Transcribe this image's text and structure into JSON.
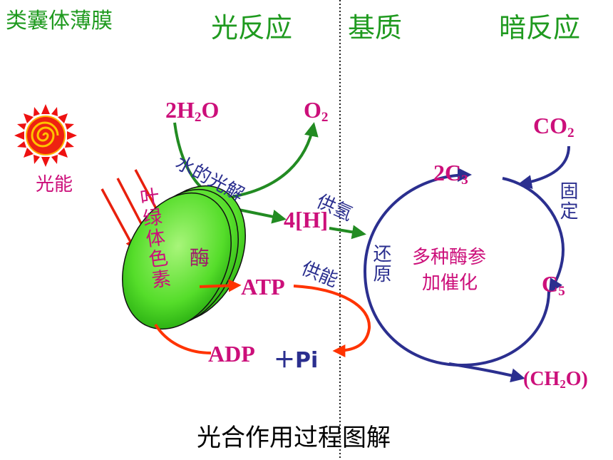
{
  "headers": {
    "thylakoid": "类囊体薄膜",
    "light_reaction": "光反应",
    "stroma": "基质",
    "dark_reaction": "暗反应"
  },
  "molecules": {
    "water_main": "2H",
    "water_sub": "2",
    "water_end": "O",
    "oxygen_main": "O",
    "oxygen_sub": "2",
    "hydrogen": "4[H]",
    "atp": "ATP",
    "adp": "ADP",
    "pi": "＋Pi",
    "co2_main": "CO",
    "co2_sub": "2",
    "c3_main": "2C",
    "c3_sub": "3",
    "c5_main": "C",
    "c5_sub": "5",
    "ch2o_open": "(CH",
    "ch2o_sub": "2",
    "ch2o_close": "O)"
  },
  "labels": {
    "light_energy": "光能",
    "photolysis": "水的光解",
    "supply_hydrogen": "供氢",
    "supply_energy": "供能",
    "reduction": "还原",
    "fixation": "固定",
    "enzymes_line1": "多种酶参",
    "enzymes_line2": "加催化",
    "chloroplast_pigment": "叶绿体色素",
    "enzyme": "酶"
  },
  "caption": "光合作用过程图解",
  "colors": {
    "header_green": "#1f9a1f",
    "magenta": "#cc0f7a",
    "navy": "#2b2f8f",
    "arrow_green": "#228b22",
    "arrow_red": "#e8200d",
    "arrow_orange": "#ff3300",
    "disc_green": "#66e633",
    "sun_red": "#ee1111"
  },
  "icons": {
    "sun": "sun-icon"
  }
}
